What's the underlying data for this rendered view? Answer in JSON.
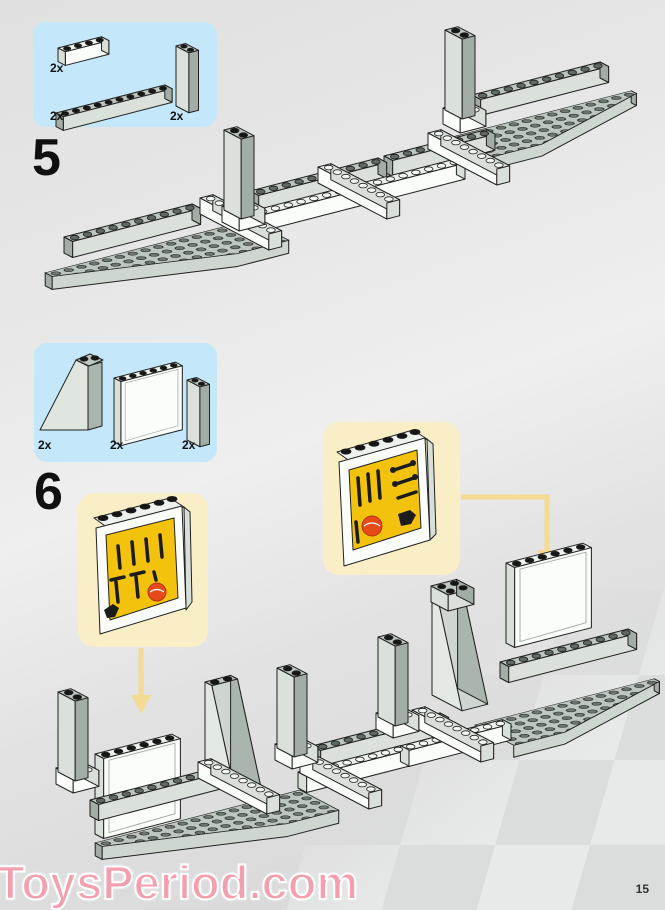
{
  "page": {
    "number": "15",
    "watermark": "ToysPeriod.com"
  },
  "steps": [
    {
      "number": "5",
      "parts": [
        {
          "name": "brick-1x4-white",
          "count": "2x"
        },
        {
          "name": "brick-1x10-gray",
          "count": "2x"
        },
        {
          "name": "brick-1x2x5-gray",
          "count": "2x"
        }
      ]
    },
    {
      "number": "6",
      "parts": [
        {
          "name": "wedge-slope-gray",
          "count": "2x"
        },
        {
          "name": "panel-1x6x5-white-tool-sticker",
          "count": "2x"
        },
        {
          "name": "brick-1x2x5-gray",
          "count": "2x"
        }
      ]
    }
  ],
  "colors": {
    "callout_blue": "#c4e8f9",
    "callout_yellow": "#faeec6",
    "arrow_yellow": "#f4da93",
    "sticker_yellow": "#f2c20d",
    "sticker_logo_red": "#e64a19",
    "watermark_pink": "#f49fad",
    "brick_gray": "#bcc7c0",
    "brick_white": "#fbfdfb",
    "stud_black": "#161616"
  }
}
